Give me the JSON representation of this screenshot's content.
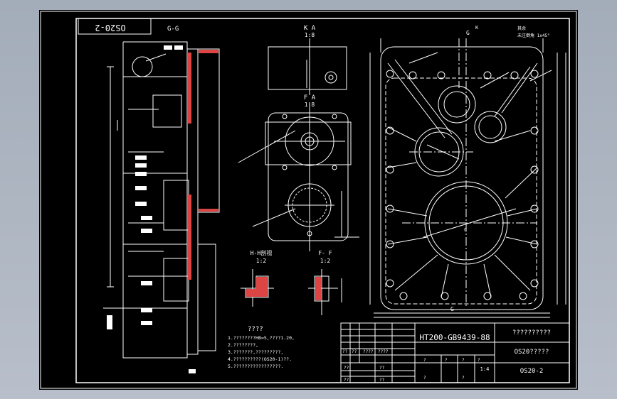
{
  "drawing": {
    "title_block_code_flipped": "OS20-2",
    "section_gg": "G-G",
    "view_ka": "K A",
    "view_ka_scale": "1:8",
    "view_fa": "F A",
    "view_fa_scale": "1:8",
    "section_hh": "H-H剖视",
    "section_hh_scale": "1:2",
    "section_ff": "F- F",
    "section_ff_scale": "1:2",
    "roughness_note_1": "其余",
    "roughness_note_2": "未注倒角 1x45°",
    "tech_req_title": "????",
    "tech_req_lines": [
      "1.????????HB=5,????1.20,",
      "2.????????,",
      "3.???????,?????????,",
      "4.??????????(OS20-1)??.",
      "5.?????????????????."
    ],
    "material": "HT200-GB9439-88",
    "part_name": "??????????",
    "assembly_name": "OS20?????",
    "drawing_number": "OS20-2",
    "scale": "1:4",
    "tb_row1": [
      "??",
      "??",
      "????",
      "????"
    ],
    "tb_row2": [
      "??",
      "??"
    ],
    "tb_row3": [
      "??",
      "??"
    ],
    "tb_mid": [
      "?",
      "?",
      "?",
      "?",
      "?",
      "?"
    ],
    "label_g": "G",
    "label_k": "K",
    "label_c": "C"
  }
}
